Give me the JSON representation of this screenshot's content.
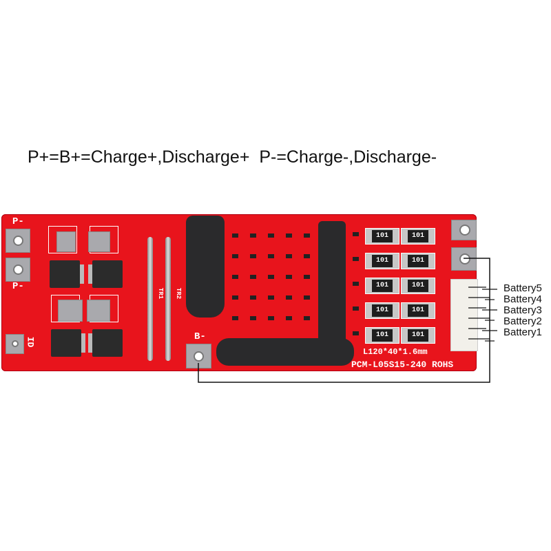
{
  "title": "P+=B+=Charge+,Discharge+  P-=Charge-,Discharge-",
  "board": {
    "pad_labels": {
      "p_minus_top": "P-",
      "p_minus_bottom": "P-",
      "b_minus": "B-",
      "id": "ID"
    },
    "rod_labels": [
      "TR1",
      "TR2"
    ],
    "resistor_code": "101",
    "dimensions": "L120*40*1.6mm",
    "model": "PCM-L05S15-240 ROHS"
  },
  "batteries": [
    "Battery5",
    "Battery4",
    "Battery3",
    "Battery2",
    "Battery1"
  ],
  "colors": {
    "board": "#e8141c",
    "wire": "#111111"
  }
}
